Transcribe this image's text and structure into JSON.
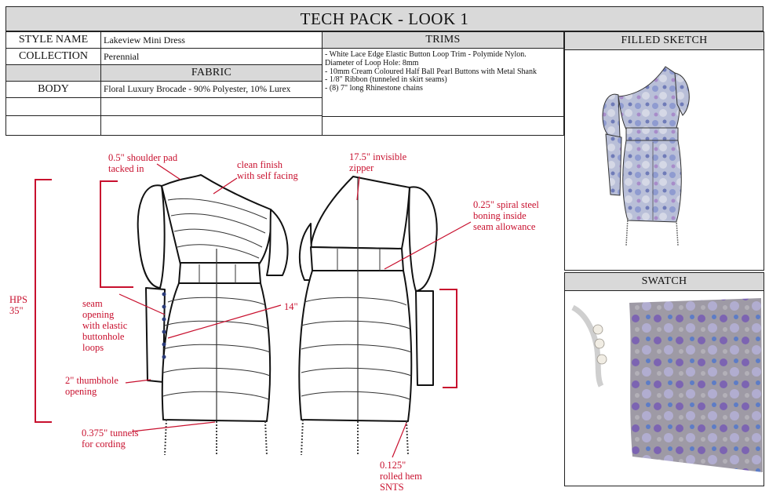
{
  "header": {
    "title": "TECH PACK - LOOK 1"
  },
  "spec": {
    "style_name_label": "STYLE NAME",
    "style_name_value": "Lakeview Mini Dress",
    "collection_label": "COLLECTION",
    "collection_value": "Perennial",
    "fabric_header": "FABRIC",
    "body_label": "BODY",
    "body_value": "Floral Luxury Brocade - 90% Polyester, 10% Lurex"
  },
  "trims": {
    "header": "TRIMS",
    "lines": [
      "- White Lace Edge Elastic Button Loop Trim - Polymide Nylon.",
      "Diameter of Loop Hole: 8mm",
      "- 10mm Cream Coloured Half Ball Pearl Buttons with Metal Shank",
      "- 1/8\" Ribbon (tunneled in skirt seams)",
      "- (8) 7\" long Rhinestone chains"
    ]
  },
  "panels": {
    "sketch_header": "FILLED SKETCH",
    "swatch_header": "SWATCH"
  },
  "annotations": {
    "shoulder_pad": [
      "0.5\" shoulder pad",
      "tacked in"
    ],
    "clean_finish": [
      "clean finish",
      "with self facing"
    ],
    "hps": [
      "HPS",
      "35\""
    ],
    "seam_opening": [
      "seam",
      "opening",
      "with elastic",
      "buttonhole",
      "loops"
    ],
    "fourteen": "14\"",
    "thumbhole": [
      "2\" thumbhole",
      "opening"
    ],
    "tunnels": [
      "0.375\" tunnels",
      "for cording"
    ],
    "zipper": [
      "17.5\" invisible",
      "zipper"
    ],
    "boning": [
      "0.25\" spiral steel",
      "boning inside",
      "seam allowance"
    ],
    "rolled_hem": [
      "0.125\"",
      "rolled hem",
      "SNTS"
    ]
  },
  "colors": {
    "annotation": "#c8102e",
    "header_fill": "#d9d9d9",
    "line": "#222222"
  }
}
